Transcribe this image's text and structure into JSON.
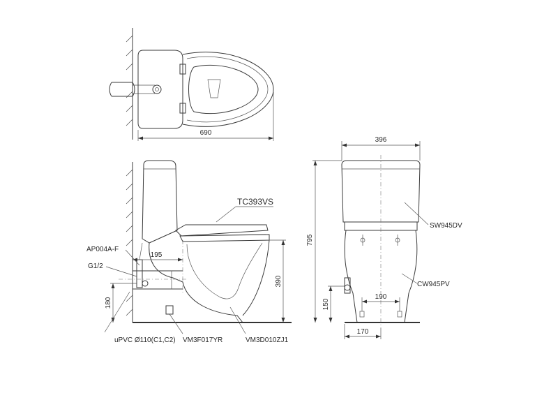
{
  "top_view": {
    "width_label": "690"
  },
  "side_view": {
    "seat_model": "TC393VS",
    "valve_model": "AP004A-F",
    "thread_label": "G1/2",
    "pipe_label": "uPVC Ø110(C1,C2)",
    "flange_model": "VM3F017YR",
    "drain_model": "VM3D010ZJ1",
    "outlet_offset": "195",
    "outlet_height": "390",
    "supply_height": "180"
  },
  "front_view": {
    "width_label": "396",
    "tank_model": "SW945DV",
    "bowl_model": "CW945PV",
    "total_height": "795",
    "supply_height": "150",
    "fixing_spacing": "190",
    "base_offset": "170"
  }
}
